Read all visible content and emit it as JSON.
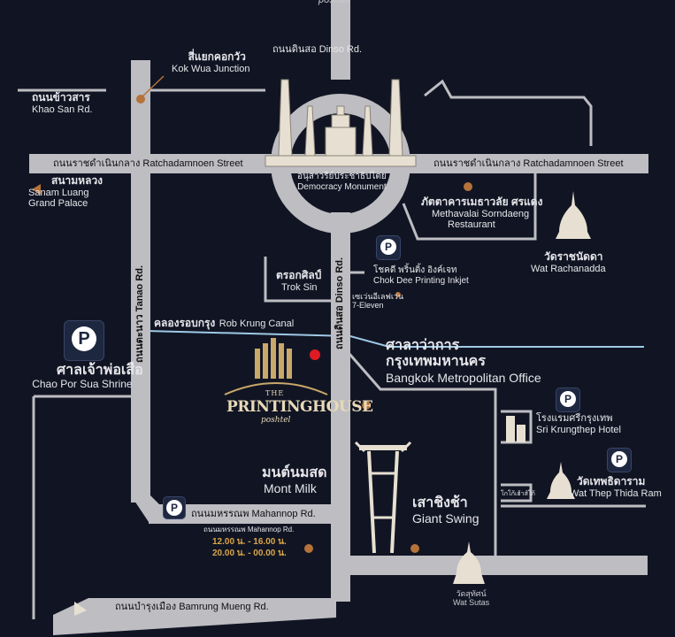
{
  "header": {
    "top_text": "poshtel"
  },
  "roads": {
    "dinso_top": "ถนนดินสอ Dinso Rd.",
    "ratchadamnoen_left_th": "ถนนราชดำเนินกลาง",
    "ratchadamnoen_left_en": "Ratchadamnoen Street",
    "ratchadamnoen_right_th": "ถนนราชดำเนินกลาง",
    "ratchadamnoen_right_en": "Ratchadamnoen Street",
    "tanao": "ถนนตะนาว Tanao Rd.",
    "dinso_vertical": "ถนนดินสอ Dinso Rd.",
    "mahannop_th": "ถนนมหรรณพ",
    "mahannop_en": "Mahannop Rd.",
    "bamrung_th": "ถนนบำรุงเมือง",
    "bamrung_en": "Bamrung Mueng Rd."
  },
  "places": {
    "kok_wua_th": "สี่แยกคอกวัว",
    "kok_wua_en": "Kok Wua Junction",
    "khao_san_th": "ถนนข้าวสาร",
    "khao_san_en": "Khao San Rd.",
    "sanam_luang_th": "สนามหลวง",
    "sanam_luang_en1": "Sanam Luang",
    "sanam_luang_en2": "Grand Palace",
    "democracy_th": "อนุสาวรีย์ประชาธิปไตย",
    "democracy_en": "Democracy Monument",
    "methavalai_th": "ภัตตาคารเมธาวลัย ศรแดง",
    "methavalai_en1": "Methavalai Sorndaeng",
    "methavalai_en2": "Restaurant",
    "rachanadda_th": "วัดราชนัดดา",
    "rachanadda_en": "Wat Rachanadda",
    "trok_sin_th": "ตรอกศิลป์",
    "trok_sin_en": "Trok Sin",
    "chokdee_th": "โชคดี พริ้นติ้ง อิงค์เจท",
    "chokdee_en": "Chok Dee Printing Inkjet",
    "seven_th": "เซเว่นอีเลฟเว่น",
    "seven_en": "7-Eleven",
    "canal_th": "คลองรอบกรุง",
    "canal_en": "Rob Krung Canal",
    "shrine_th": "ศาลเจ้าพ่อเสือ",
    "shrine_en": "Chao Por Sua Shrine",
    "bma_th1": "ศาลาว่าการ",
    "bma_th2": "กรุงเทพมหานคร",
    "bma_en": "Bangkok Metropolitan Office",
    "srikrungthep_th": "โรงแรมศรีกรุงเทพ",
    "srikrungthep_en": "Sri Krungthep Hotel",
    "montmilk_th": "มนต์นมสด",
    "montmilk_en": "Mont Milk",
    "giant_swing_th": "เสาชิงช้า",
    "giant_swing_en": "Giant Swing",
    "thepthida_th": "วัดเทพธิดาราม",
    "thepthida_en": "Wat Thep Thida Ram",
    "school_th": "โกโก้เฮ้าส์โก้",
    "suthat_th": "วัดสุทัศน์",
    "suthat_en": "Wat Sutas"
  },
  "logo": {
    "the": "THE",
    "name": "PRINTINGHOUSE",
    "sub": "poshtel"
  },
  "mahannop_parking": {
    "title": "ถนนมหรรณพ Mahannop Rd.",
    "hours1": "12.00 น. - 16.00 น.",
    "hours2": "20.00 น. - 00.00 น."
  },
  "parking_letter": "P",
  "colors": {
    "background": "#111523",
    "road": "#bdbdc2",
    "canal": "#9fc8e6",
    "accent": "#b5733a",
    "hotel_marker": "#e01b24",
    "parking_bg": "#1e2740"
  },
  "icons": [
    "parking-icon",
    "pagoda-icon",
    "location-dot-icon",
    "triangle-pointer-icon"
  ]
}
